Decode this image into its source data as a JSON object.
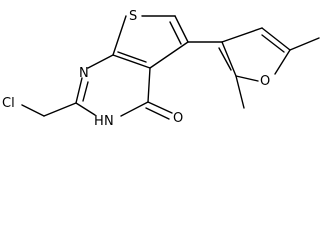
{
  "molecule": {
    "atoms": {
      "sulfur": "S",
      "n_top": "N",
      "n_h": "N",
      "n_h_hydrogen": "H",
      "carbonyl_o": "O",
      "furan_o": "O",
      "chlorine": "Cl"
    }
  }
}
